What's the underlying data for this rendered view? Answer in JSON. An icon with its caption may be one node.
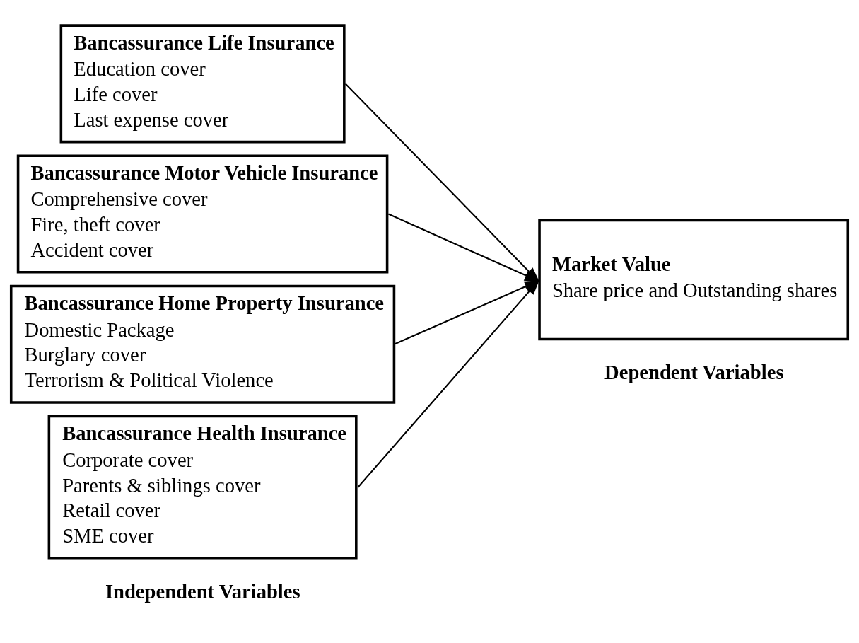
{
  "diagram": {
    "nodes": [
      {
        "text": [
          "Bancassurance Life Insurance",
          "Education cover",
          "Life cover",
          "Last expense cover"
        ]
      },
      {
        "text": [
          "Bancassurance Motor Vehicle Insurance",
          "Comprehensive cover",
          "Fire, theft cover",
          "Accident cover"
        ]
      },
      {
        "text": [
          "Bancassurance Home Property Insurance",
          "Domestic Package",
          "Burglary cover",
          "Terrorism & Political Violence"
        ]
      },
      {
        "text": [
          "Bancassurance Health Insurance",
          "Corporate cover",
          "Parents & siblings cover",
          "Retail cover",
          "SME cover"
        ]
      },
      {
        "text": [
          "Market Value",
          "Share price and Outstanding shares"
        ]
      }
    ],
    "edges": [
      {
        "from": 0,
        "to": 4,
        "arrow": "to"
      },
      {
        "from": 1,
        "to": 4,
        "arrow": "to"
      },
      {
        "from": 2,
        "to": 4,
        "arrow": "to"
      },
      {
        "from": 3,
        "to": 4,
        "arrow": "to"
      }
    ],
    "labels": [
      "Independent Variables",
      "Dependent Variables"
    ]
  }
}
